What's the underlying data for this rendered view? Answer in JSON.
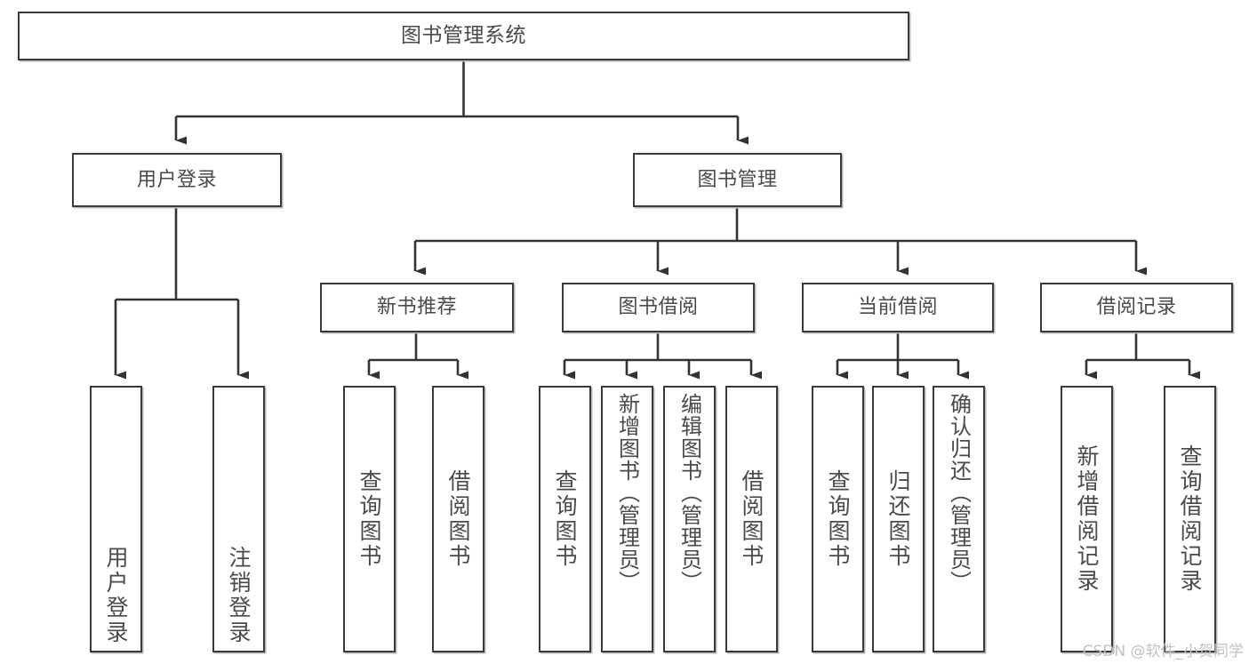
{
  "diagram": {
    "title": "图书管理系统",
    "type": "tree",
    "root": {
      "id": "root",
      "label": "图书管理系统"
    },
    "level2": [
      {
        "id": "user-login",
        "label": "用户登录"
      },
      {
        "id": "book-manage",
        "label": "图书管理"
      }
    ],
    "level3": [
      {
        "id": "new-book-rec",
        "label": "新书推荐",
        "parent": "book-manage"
      },
      {
        "id": "book-borrow",
        "label": "图书借阅",
        "parent": "book-manage"
      },
      {
        "id": "current-borrow",
        "label": "当前借阅",
        "parent": "book-manage"
      },
      {
        "id": "borrow-record",
        "label": "借阅记录",
        "parent": "book-manage"
      }
    ],
    "leaves": [
      {
        "id": "leaf-user-login",
        "label": "用户登录",
        "parent": "user-login"
      },
      {
        "id": "leaf-user-logout",
        "label": "注销登录",
        "parent": "user-login"
      },
      {
        "id": "leaf-query-book-1",
        "label": "查询图书",
        "parent": "new-book-rec"
      },
      {
        "id": "leaf-borrow-book-1",
        "label": "借阅图书",
        "parent": "new-book-rec"
      },
      {
        "id": "leaf-query-book-2",
        "label": "查询图书",
        "parent": "book-borrow"
      },
      {
        "id": "leaf-add-book",
        "label": "新增图书（管理员）",
        "parent": "book-borrow"
      },
      {
        "id": "leaf-edit-book",
        "label": "编辑图书（管理员）",
        "parent": "book-borrow"
      },
      {
        "id": "leaf-borrow-book-2",
        "label": "借阅图书",
        "parent": "book-borrow"
      },
      {
        "id": "leaf-query-book-3",
        "label": "查询图书",
        "parent": "current-borrow"
      },
      {
        "id": "leaf-return-book",
        "label": "归还图书",
        "parent": "current-borrow"
      },
      {
        "id": "leaf-confirm-return",
        "label": "确认归还（管理员）",
        "parent": "current-borrow"
      },
      {
        "id": "leaf-add-record",
        "label": "新增借阅记录",
        "parent": "borrow-record"
      },
      {
        "id": "leaf-query-record",
        "label": "查询借阅记录",
        "parent": "borrow-record"
      }
    ],
    "colors": {
      "box_border": "#3a3a3a",
      "box_fill": "#ffffff",
      "text": "#4a4a4a",
      "connector": "#333333",
      "watermark": "#c2c2c2",
      "background": "#ffffff"
    }
  },
  "watermark": {
    "text": "CSDN @软件_小贺同学"
  }
}
